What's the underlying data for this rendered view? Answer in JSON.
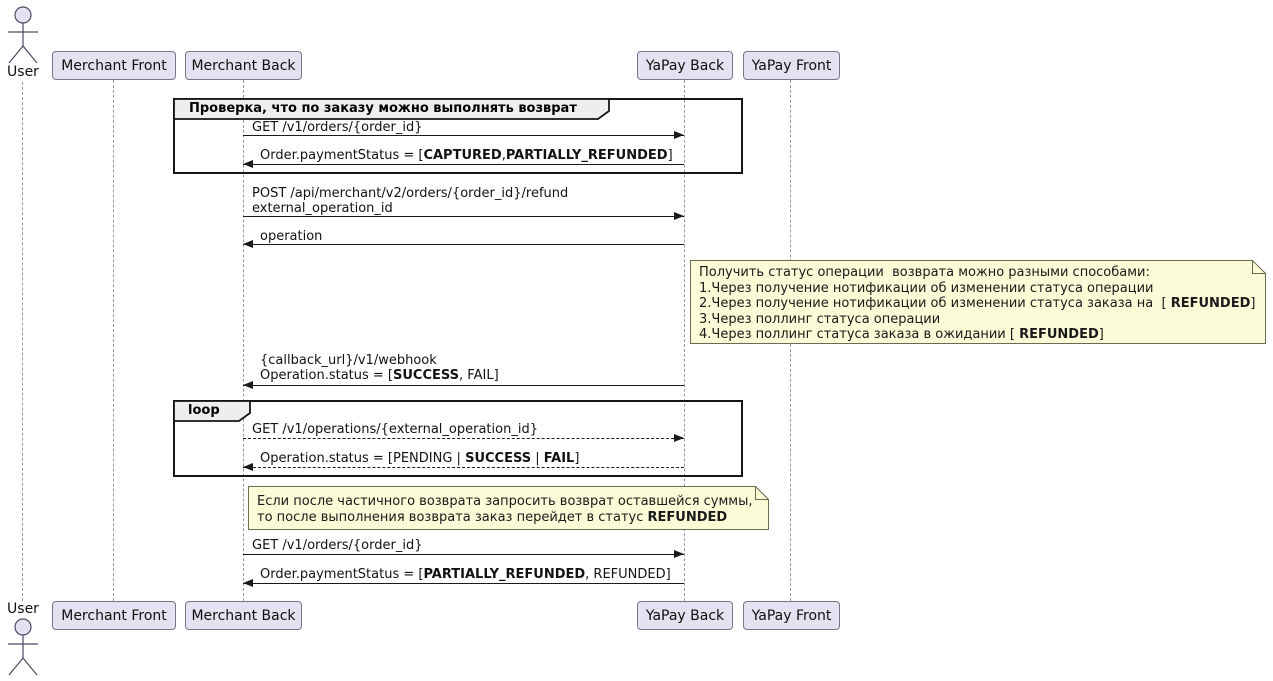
{
  "colors": {
    "participant_fill": "#E2E2F0",
    "participant_border": "#76768C",
    "note_fill": "#FBFBD7",
    "note_border": "#6B6B52",
    "fragment_border": "#161616",
    "fragment_header_fill": "#EEEEEE",
    "lifeline_gray": "#9A9A9A",
    "arrow_black": "#1A1A1A"
  },
  "actor": {
    "label": "User"
  },
  "participants": [
    {
      "label": "Merchant Front"
    },
    {
      "label": "Merchant Back"
    },
    {
      "label": "YaPay Back"
    },
    {
      "label": "YaPay Front"
    }
  ],
  "fragments": [
    {
      "title": "Проверка, что по заказу можно выполнять возврат"
    },
    {
      "title": "loop"
    }
  ],
  "messages": [
    {
      "from": "Merchant Back",
      "to": "YaPay Back",
      "style": "solid",
      "lines": [
        [
          {
            "t": "GET /v1/orders/{order_id}"
          }
        ]
      ]
    },
    {
      "from": "YaPay Back",
      "to": "Merchant Back",
      "style": "solid",
      "lines": [
        [
          {
            "t": "Order.paymentStatus = ["
          },
          {
            "t": "CAPTURED",
            "b": true
          },
          {
            "t": ","
          },
          {
            "t": "PARTIALLY_REFUNDED",
            "b": true
          },
          {
            "t": "]"
          }
        ]
      ]
    },
    {
      "from": "Merchant Back",
      "to": "YaPay Back",
      "style": "solid",
      "lines": [
        [
          {
            "t": "POST /api/merchant/v2/orders/{order_id}/refund"
          }
        ],
        [
          {
            "t": "external_operation_id"
          }
        ]
      ]
    },
    {
      "from": "YaPay Back",
      "to": "Merchant Back",
      "style": "solid",
      "lines": [
        [
          {
            "t": "operation"
          }
        ]
      ]
    },
    {
      "from": "YaPay Back",
      "to": "Merchant Back",
      "style": "solid",
      "lines": [
        [
          {
            "t": "{callback_url}/v1/webhook"
          }
        ],
        [
          {
            "t": "Operation.status = ["
          },
          {
            "t": "SUCCESS",
            "b": true
          },
          {
            "t": ", FAIL]"
          }
        ]
      ]
    },
    {
      "from": "Merchant Back",
      "to": "YaPay Back",
      "style": "dotted",
      "lines": [
        [
          {
            "t": "GET /v1/operations/{external_operation_id}"
          }
        ]
      ]
    },
    {
      "from": "YaPay Back",
      "to": "Merchant Back",
      "style": "dotted",
      "lines": [
        [
          {
            "t": "Operation.status = [PENDING | "
          },
          {
            "t": "SUCCESS",
            "b": true
          },
          {
            "t": " | "
          },
          {
            "t": "FAIL",
            "b": true
          },
          {
            "t": "]"
          }
        ]
      ]
    },
    {
      "from": "Merchant Back",
      "to": "YaPay Back",
      "style": "solid",
      "lines": [
        [
          {
            "t": "GET /v1/orders/{order_id}"
          }
        ]
      ]
    },
    {
      "from": "YaPay Back",
      "to": "Merchant Back",
      "style": "solid",
      "lines": [
        [
          {
            "t": "Order.paymentStatus = ["
          },
          {
            "t": "PARTIALLY_REFUNDED",
            "b": true
          },
          {
            "t": ", REFUNDED]"
          }
        ]
      ]
    }
  ],
  "notes": [
    {
      "lines": [
        [
          {
            "t": "Получить статус операции  возврата можно разными способами:"
          }
        ],
        [
          {
            "t": "1.Через получение нотификации об изменении статуса операции"
          }
        ],
        [
          {
            "t": "2.Через получение нотификации об изменении статуса заказа на  [ "
          },
          {
            "t": "REFUNDED",
            "b": true
          },
          {
            "t": "]"
          }
        ],
        [
          {
            "t": "3.Через поллинг статуса операции"
          }
        ],
        [
          {
            "t": "4.Через поллинг статуса заказа в ожидании [ "
          },
          {
            "t": "REFUNDED",
            "b": true
          },
          {
            "t": "]"
          }
        ]
      ]
    },
    {
      "lines": [
        [
          {
            "t": "Если после частичного возврата запросить возврат оставшейся суммы,"
          }
        ],
        [
          {
            "t": "то после выполнения возврата заказ перейдет в статус "
          },
          {
            "t": "REFUNDED",
            "b": true
          }
        ]
      ]
    }
  ]
}
